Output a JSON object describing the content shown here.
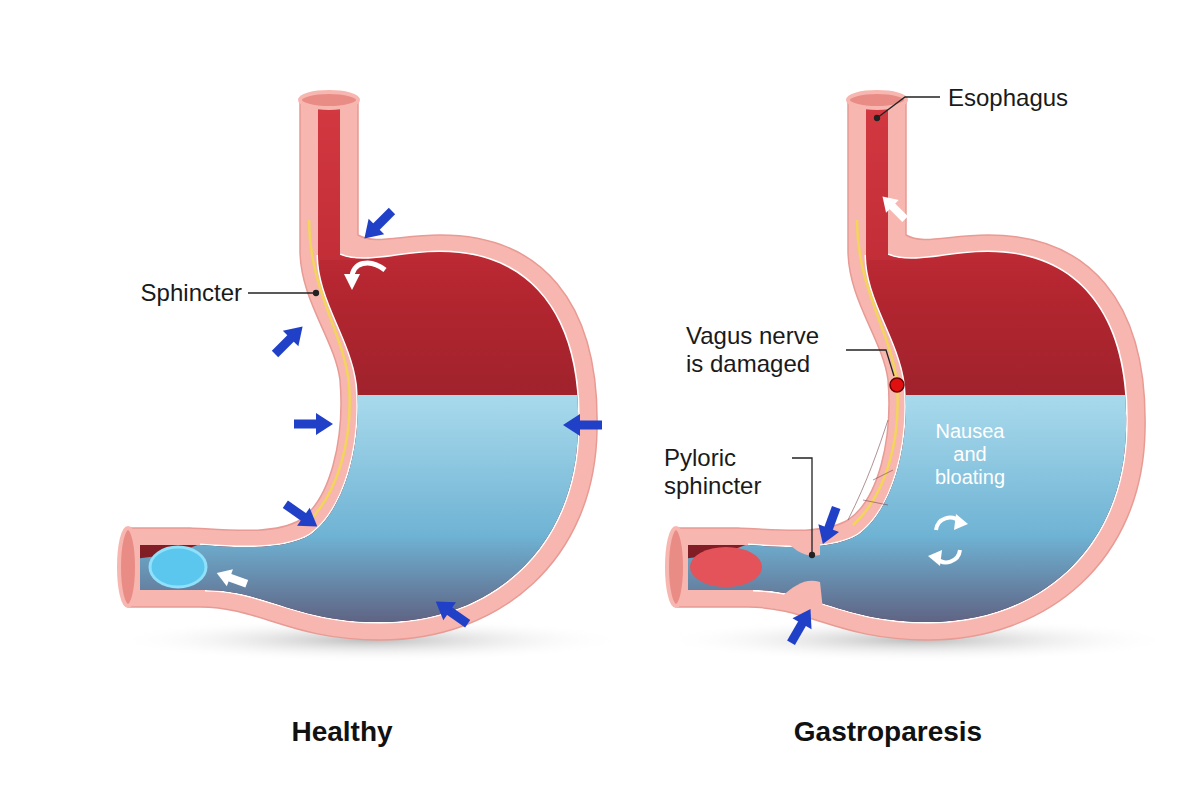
{
  "diagram": {
    "labels": [
      "Sphincter",
      "Esophagus",
      "Vagus nerve is damaged",
      "Pyloric sphincter",
      "Nausea and bloating",
      "Healthy",
      "Gastroparesis"
    ]
  }
}
